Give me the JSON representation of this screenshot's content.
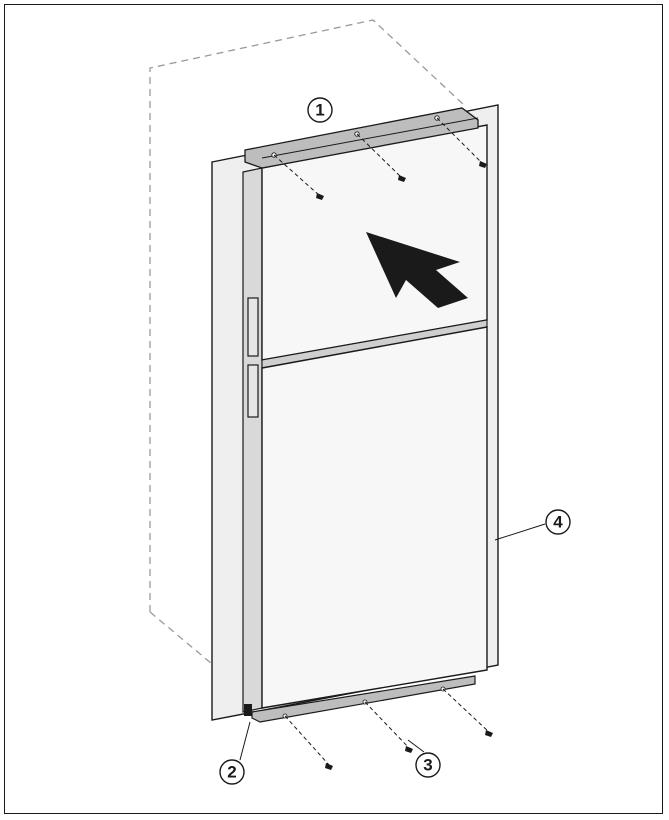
{
  "diagram": {
    "callouts": [
      {
        "id": "1",
        "label": "1"
      },
      {
        "id": "2",
        "label": "2"
      },
      {
        "id": "3",
        "label": "3"
      },
      {
        "id": "4",
        "label": "4"
      }
    ],
    "colors": {
      "line": "#1a1a1a",
      "panel": "#f2f2f2",
      "shade": "#d6d6d6",
      "arrow": "#1a1a1a",
      "dashed": "#9a9a9a"
    }
  }
}
